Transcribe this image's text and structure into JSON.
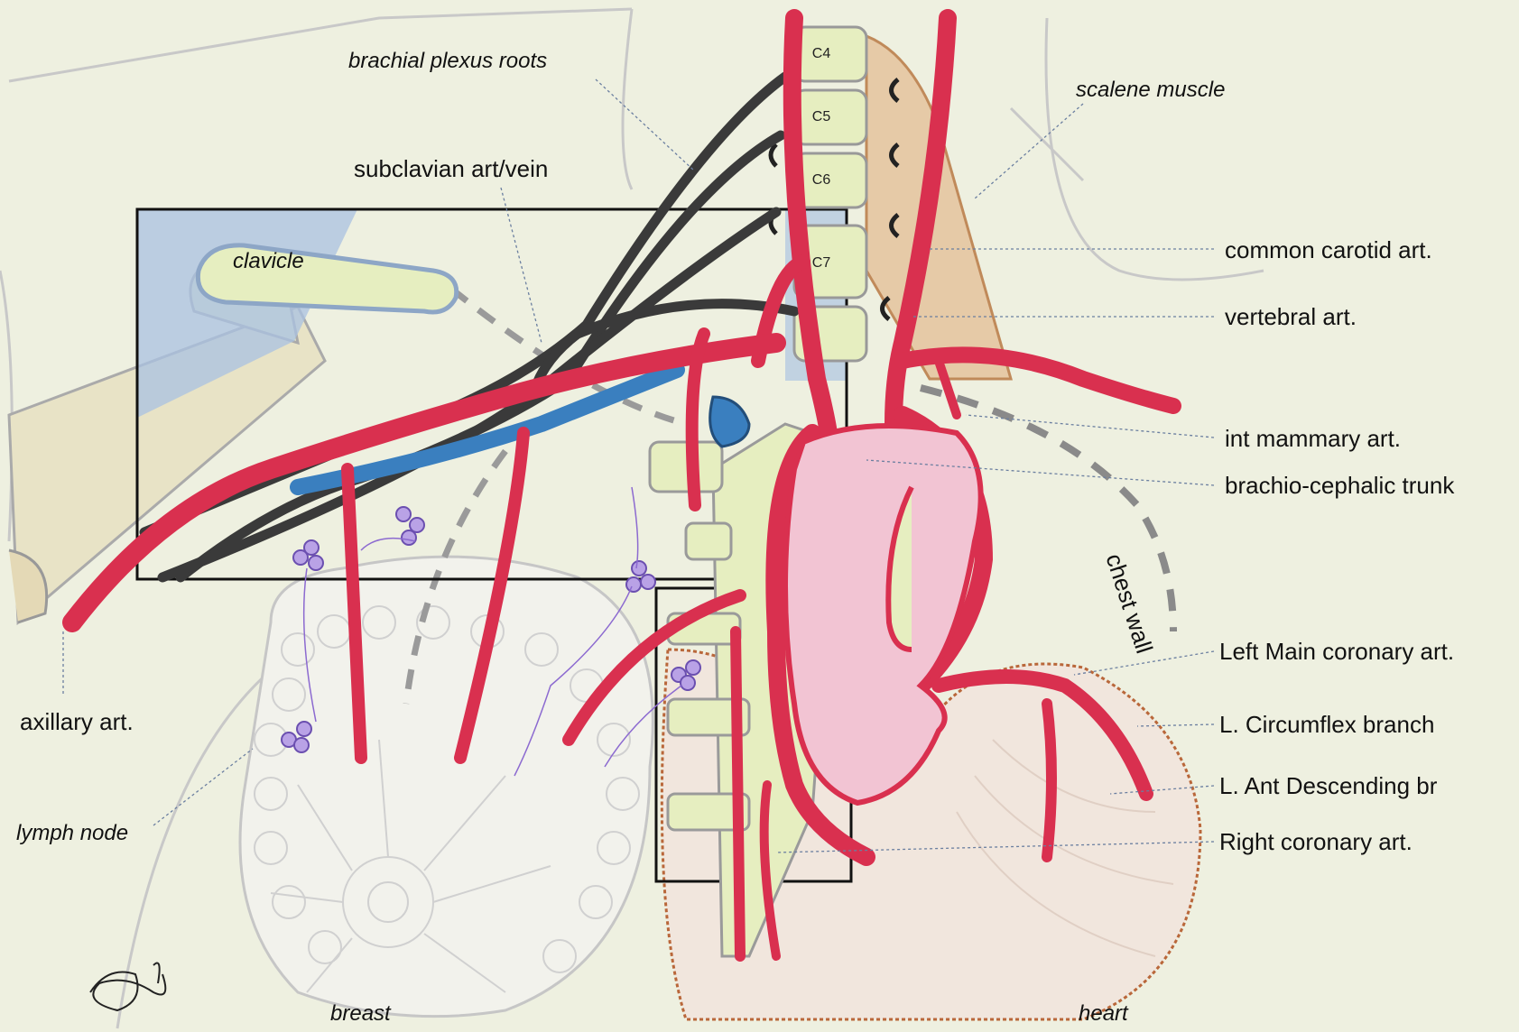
{
  "labels": {
    "brachial_plexus_roots": "brachial plexus roots",
    "scalene_muscle": "scalene muscle",
    "subclavian_art_vein": "subclavian  art/vein",
    "clavicle": "clavicle",
    "common_carotid": "common carotid art.",
    "vertebral": "vertebral art.",
    "int_mammary": "int mammary art.",
    "brachio_cephalic": "brachio-cephalic trunk",
    "chest_wall": "chest wall",
    "left_main_coronary": "Left Main coronary art.",
    "l_circumflex": "L. Circumflex branch",
    "l_ant_descending": "L. Ant Descending br",
    "right_coronary": "Right coronary art.",
    "axillary": "axillary art.",
    "lymph_node": "lymph node",
    "breast": "breast",
    "heart": "heart"
  },
  "vertebrae": [
    "C4",
    "C5",
    "C6",
    "C7"
  ],
  "colors": {
    "background": "#eef0e0",
    "artery": "#d9304f",
    "vein": "#3a7fbf",
    "nerve": "#3a3a3a",
    "bone": "#e6eec0",
    "highlight": "#a9c2e2",
    "lymph": "#8c6ad0",
    "aorta": "#f2c4d3"
  },
  "icons": [
    "artist-signature"
  ]
}
